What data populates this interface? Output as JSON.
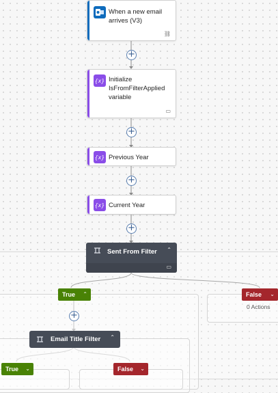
{
  "colors": {
    "outlook_blue": "#0f6cbd",
    "variable_purple": "#8a4de8",
    "condition_dark": "#464c57",
    "true_green": "#498205",
    "false_red": "#a4262c"
  },
  "steps": {
    "trigger": {
      "title_line1": "When a new email",
      "title_line2": "arrives (V3)",
      "icon": "outlook-icon",
      "footer_icon": "link-icon"
    },
    "init_var": {
      "title_line1": "Initialize",
      "title_line2": "IsFromFilterApplied",
      "title_line3": "variable",
      "icon": "variable-icon",
      "footer_icon": "comment-icon"
    },
    "prev_year": {
      "title": "Previous Year",
      "icon": "variable-icon"
    },
    "curr_year": {
      "title": "Current Year",
      "icon": "variable-icon"
    }
  },
  "condition1": {
    "title": "Sent From Filter",
    "icon": "condition-icon",
    "true_label": "True",
    "false_label": "False",
    "false_actions": "0 Actions",
    "footer_icon": "comment-icon"
  },
  "condition2": {
    "title": "Email Title Filter",
    "icon": "condition-icon",
    "true_label": "True",
    "false_label": "False"
  },
  "glyphs": {
    "plus": "+",
    "chevron_up": "⌃",
    "chevron_down": "⌄",
    "variable": "{x}",
    "condition": "⌯",
    "link": "⛓",
    "comment": "▭"
  }
}
